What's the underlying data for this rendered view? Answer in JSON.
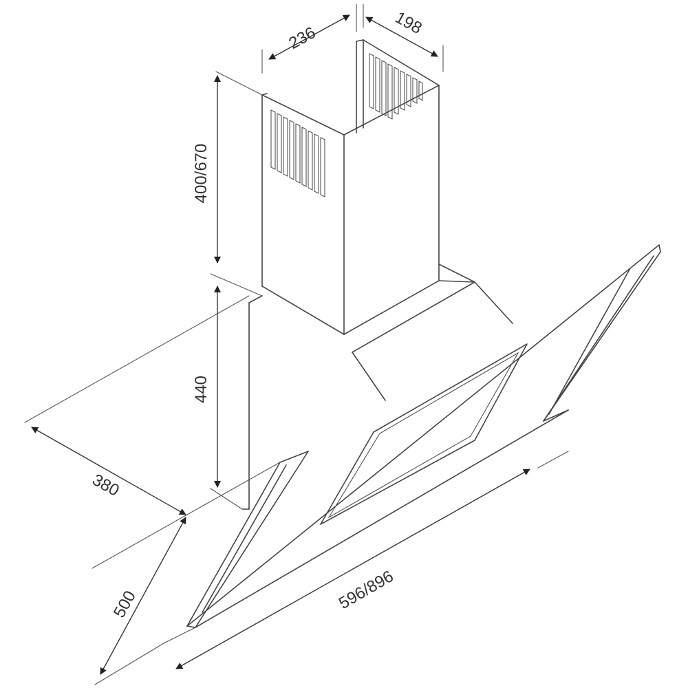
{
  "dimensions": {
    "chimney_width": "236",
    "chimney_depth": "198",
    "chimney_height": "400/670",
    "body_height": "440",
    "hood_depth": "380",
    "glass_depth": "500",
    "hood_width": "596/896"
  },
  "colors": {
    "line": "#444444",
    "label": "#333333",
    "background": "#ffffff"
  }
}
